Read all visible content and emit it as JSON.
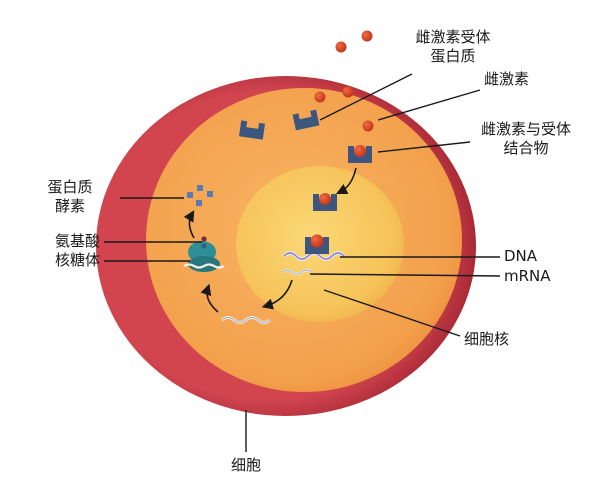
{
  "labels": {
    "receptor_protein": [
      "雌激素受体",
      "蛋白质"
    ],
    "estrogen": "雌激素",
    "complex": [
      "雌激素与受体",
      "结合物"
    ],
    "protein_enzyme": [
      "蛋白质",
      "酵素"
    ],
    "amino_acid": "氨基酸",
    "ribosome": "核糖体",
    "dna": "DNA",
    "mrna": "mRNA",
    "nucleus": "细胞核",
    "cell": "细胞"
  },
  "colors": {
    "membrane": "#c83a44",
    "cytoplasm": "#f4a24e",
    "nucleus": "#f7c45c",
    "estrogen": "#d9411e",
    "receptor": "#3d5680",
    "ribosome": "#2f8f97",
    "line": "#1a1a1a"
  }
}
